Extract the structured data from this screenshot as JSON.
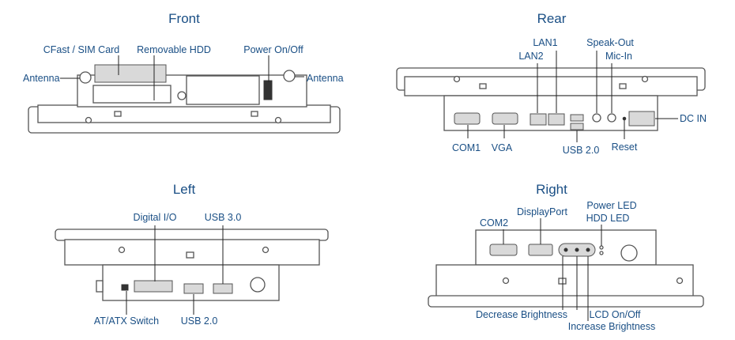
{
  "views": {
    "front": {
      "title": "Front",
      "labels": {
        "cfast": "CFast / SIM Card",
        "hdd": "Removable HDD",
        "power": "Power On/Off",
        "antenna_left": "Antenna",
        "antenna_right": "Antenna"
      }
    },
    "rear": {
      "title": "Rear",
      "labels": {
        "lan1": "LAN1",
        "lan2": "LAN2",
        "speak_out": "Speak-Out",
        "mic_in": "Mic-In",
        "dc_in": "DC IN",
        "com1": "COM1",
        "vga": "VGA",
        "usb20": "USB 2.0",
        "reset": "Reset"
      }
    },
    "left": {
      "title": "Left",
      "labels": {
        "digital_io": "Digital I/O",
        "usb30": "USB 3.0",
        "atatx": "AT/ATX Switch",
        "usb20": "USB 2.0"
      }
    },
    "right": {
      "title": "Right",
      "labels": {
        "com2": "COM2",
        "displayport": "DisplayPort",
        "power_led": "Power LED",
        "hdd_led": "HDD LED",
        "decrease": "Decrease Brightness",
        "lcd": "LCD On/Off",
        "increase": "Increase Brightness"
      }
    }
  },
  "colors": {
    "label": "#1a4f85",
    "outline": "#555555"
  }
}
